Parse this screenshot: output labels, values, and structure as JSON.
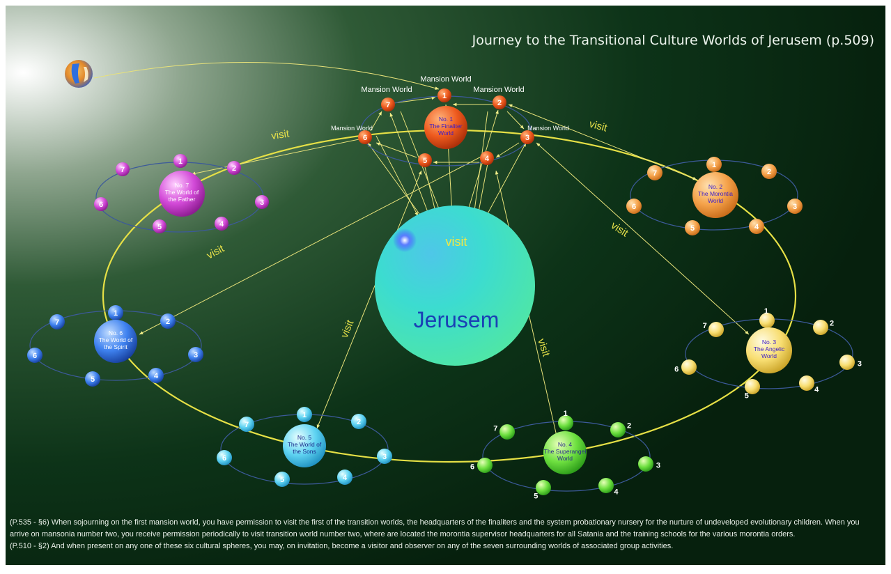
{
  "title": "Journey to the Transitional Culture Worlds of Jerusem (p.509)",
  "center": {
    "label": "Jerusem",
    "visit": "visit"
  },
  "mansion_label": "Mansion World",
  "visit_label": "visit",
  "worlds": [
    {
      "id": "w1",
      "lines": [
        "No. 1",
        "The Finaliter",
        "World"
      ],
      "color": "orange-red"
    },
    {
      "id": "w2",
      "lines": [
        "No. 2",
        "The Morontia",
        "World"
      ],
      "color": "orange"
    },
    {
      "id": "w3",
      "lines": [
        "No. 3",
        "The Angelic",
        "World"
      ],
      "color": "yellow"
    },
    {
      "id": "w4",
      "lines": [
        "No. 4",
        "The Superangel",
        "World"
      ],
      "color": "green"
    },
    {
      "id": "w5",
      "lines": [
        "No. 5",
        "The World of",
        "the Sons"
      ],
      "color": "cyan"
    },
    {
      "id": "w6",
      "lines": [
        "No. 6",
        "The World of",
        "the Spirit"
      ],
      "color": "blue"
    },
    {
      "id": "w7",
      "lines": [
        "No. 7",
        "The World of",
        "the Father"
      ],
      "color": "magenta"
    }
  ],
  "satellite_numbers": [
    "1",
    "2",
    "3",
    "4",
    "5",
    "6",
    "7"
  ],
  "caption": {
    "p1": "(P.535 - §6) When sojourning on the first mansion world, you have permission to visit the first of the transition worlds, the headquarters of the finaliters and the system probationary nursery for the nurture of undeveloped evolutionary children. When you arrive on mansonia number two, you receive permission periodically to visit transition world number two, where are located the morontia supervisor headquarters for all Satania and the training schools for the various morontia orders.",
    "p2": "(P.510 - §2) And when present on any one of these six cultural spheres, you may, on invitation, become a visitor and observer on any of the seven surrounding worlds of associated group activities."
  }
}
